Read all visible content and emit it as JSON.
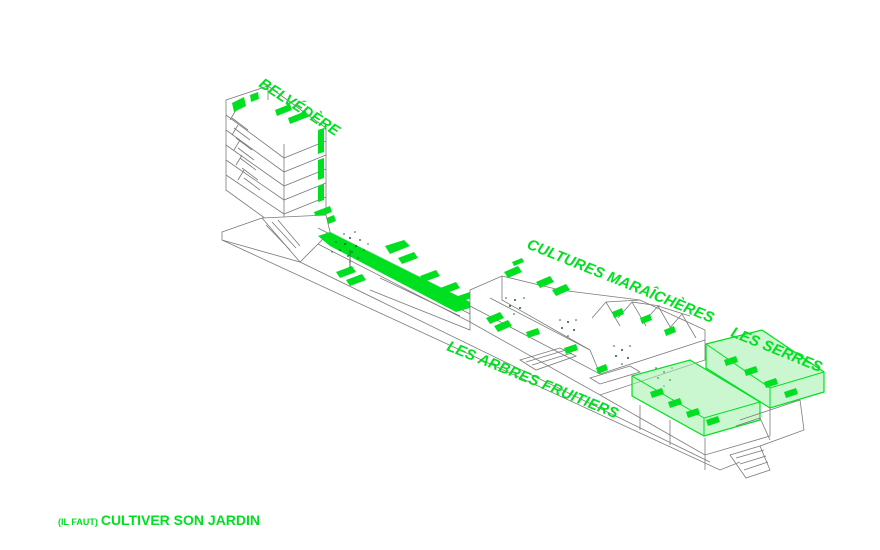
{
  "colors": {
    "accent": "#00e020",
    "accent_fill": "#9ff0a8",
    "line": "#7a7a7a",
    "foliage": "#1f5a33",
    "background": "#ffffff"
  },
  "labels": {
    "belvedere": "BELVÉDÈRE",
    "cultures_maraicheres": "CULTURES MARAÎCHÈRES",
    "les_serres": "LES SERRES",
    "les_arbres_fruitiers": "LES ARBRES FRUITIERS"
  },
  "caption": {
    "prefix": "(IL FAUT)",
    "title": "CULTIVER SON JARDIN"
  }
}
